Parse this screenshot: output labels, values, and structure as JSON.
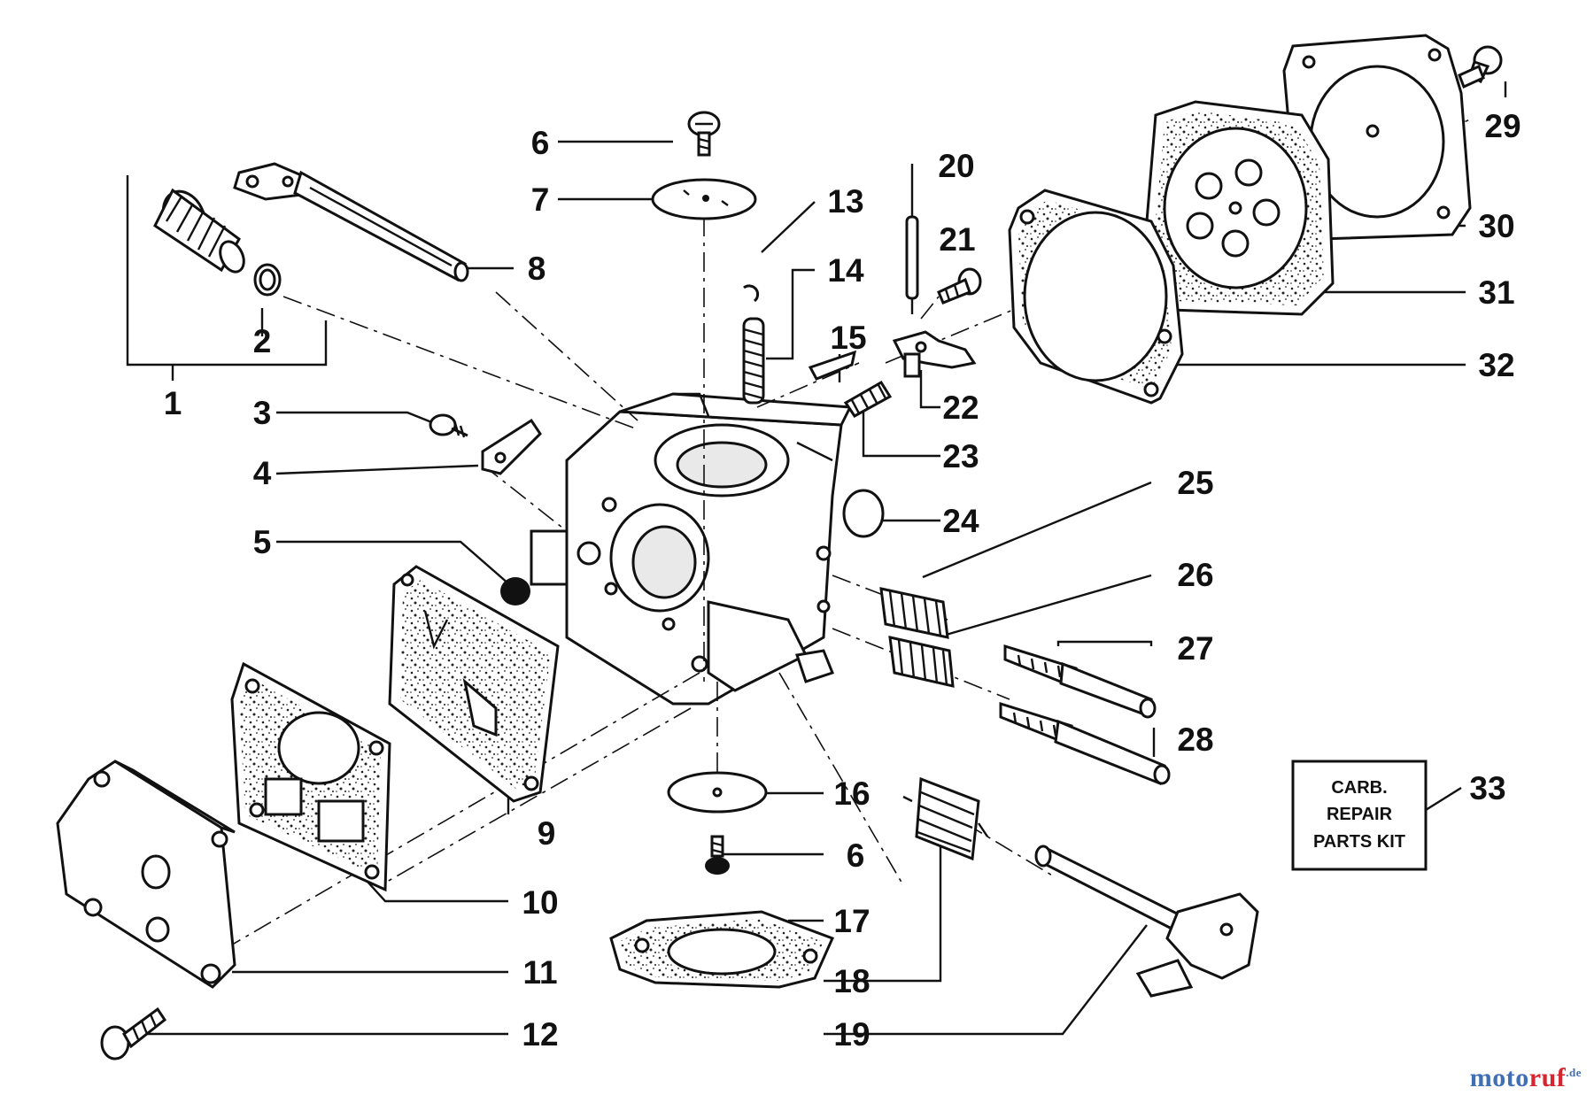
{
  "labels": [
    "1",
    "2",
    "3",
    "4",
    "5",
    "6",
    "7",
    "8",
    "9",
    "10",
    "11",
    "12",
    "13",
    "14",
    "15",
    "16",
    "6",
    "17",
    "18",
    "19",
    "20",
    "21",
    "22",
    "23",
    "24",
    "25",
    "26",
    "27",
    "28",
    "29",
    "30",
    "31",
    "32",
    "33"
  ],
  "kit_box": {
    "line1": "CARB.",
    "line2": "REPAIR",
    "line3": "PARTS KIT"
  },
  "watermark": {
    "brand_a": "moto",
    "brand_b": "ruf",
    "suffix": ".de"
  }
}
